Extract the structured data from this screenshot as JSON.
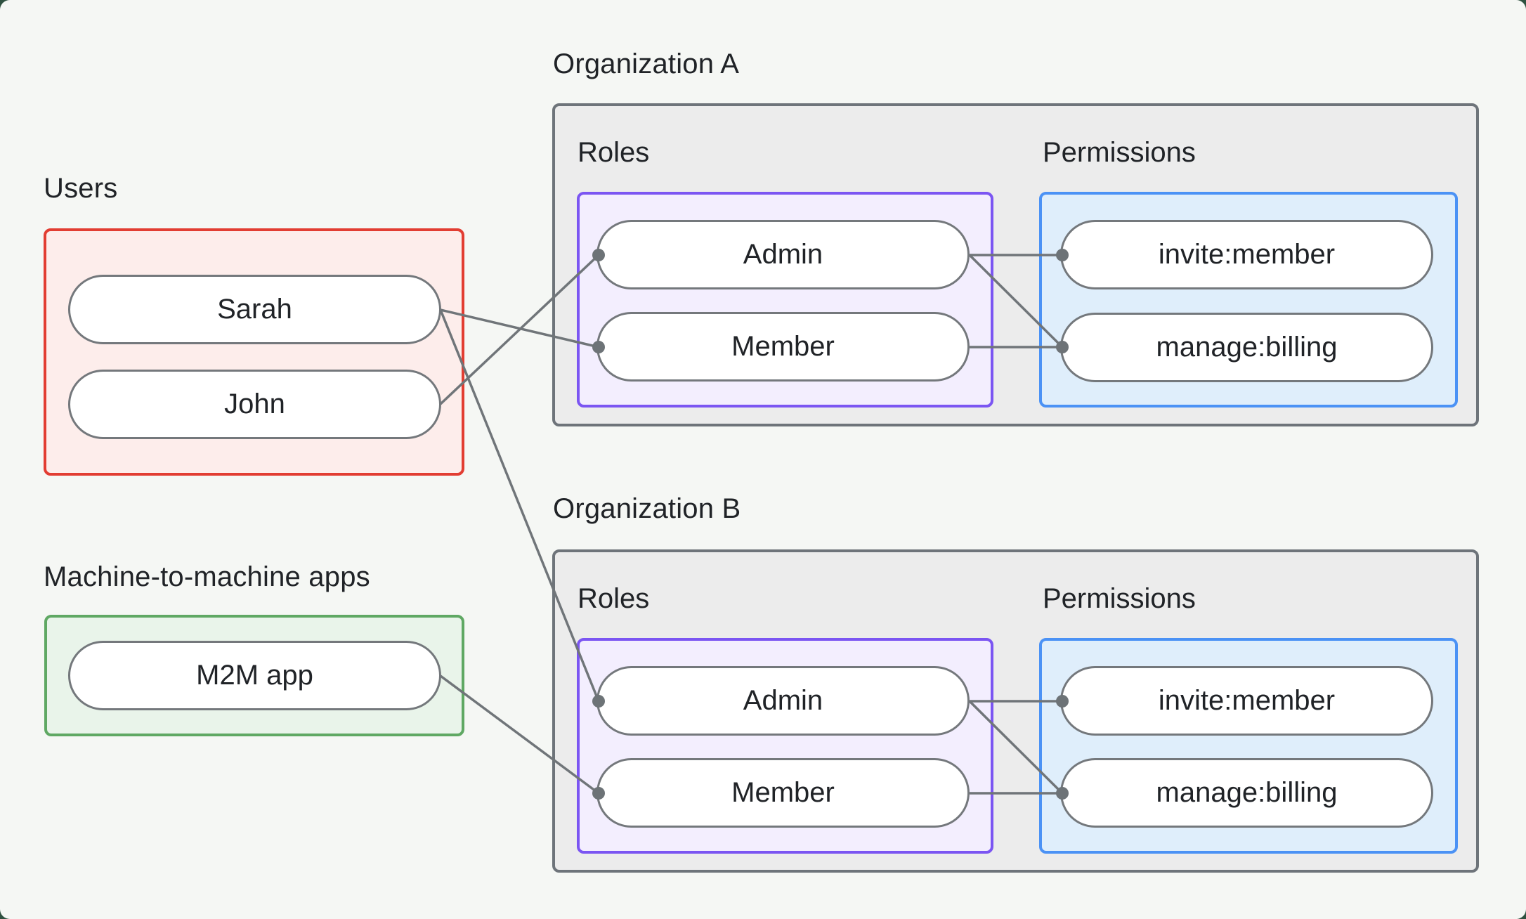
{
  "diagram": {
    "users_section": {
      "title": "Users",
      "items": [
        {
          "id": "sarah",
          "label": "Sarah"
        },
        {
          "id": "john",
          "label": "John"
        }
      ]
    },
    "m2m_section": {
      "title": "Machine-to-machine apps",
      "items": [
        {
          "id": "m2m_app",
          "label": "M2M app"
        }
      ]
    },
    "organizations": [
      {
        "id": "org_a",
        "title": "Organization A",
        "roles_title": "Roles",
        "permissions_title": "Permissions",
        "roles": [
          {
            "id": "org_a_admin",
            "label": "Admin"
          },
          {
            "id": "org_a_member",
            "label": "Member"
          }
        ],
        "permissions": [
          {
            "id": "org_a_invite_member",
            "label": "invite:member"
          },
          {
            "id": "org_a_manage_billing",
            "label": "manage:billing"
          }
        ]
      },
      {
        "id": "org_b",
        "title": "Organization B",
        "roles_title": "Roles",
        "permissions_title": "Permissions",
        "roles": [
          {
            "id": "org_b_admin",
            "label": "Admin"
          },
          {
            "id": "org_b_member",
            "label": "Member"
          }
        ],
        "permissions": [
          {
            "id": "org_b_invite_member",
            "label": "invite:member"
          },
          {
            "id": "org_b_manage_billing",
            "label": "manage:billing"
          }
        ]
      }
    ],
    "edges": [
      {
        "from": "sarah",
        "to": "org_a_member"
      },
      {
        "from": "john",
        "to": "org_a_admin"
      },
      {
        "from": "sarah",
        "to": "org_b_admin"
      },
      {
        "from": "m2m_app",
        "to": "org_b_member"
      },
      {
        "from": "org_a_admin",
        "to": "org_a_invite_member"
      },
      {
        "from": "org_a_admin",
        "to": "org_a_manage_billing"
      },
      {
        "from": "org_a_member",
        "to": "org_a_manage_billing"
      },
      {
        "from": "org_b_admin",
        "to": "org_b_invite_member"
      },
      {
        "from": "org_b_admin",
        "to": "org_b_manage_billing"
      },
      {
        "from": "org_b_member",
        "to": "org_b_manage_billing"
      }
    ],
    "colors": {
      "users_border": "#e23d32",
      "users_fill": "#fdedeb",
      "m2m_border": "#5fa863",
      "m2m_fill": "#e9f4ea",
      "org_border": "#6e747a",
      "org_fill": "#ececec",
      "roles_border": "#7b55f2",
      "roles_fill": "#f3eefe",
      "permissions_border": "#4b92f5",
      "permissions_fill": "#dfeefb",
      "pill_border": "#74787c",
      "connector": "#707579",
      "text": "#202327",
      "canvas_background": "#f5f7f4"
    }
  }
}
